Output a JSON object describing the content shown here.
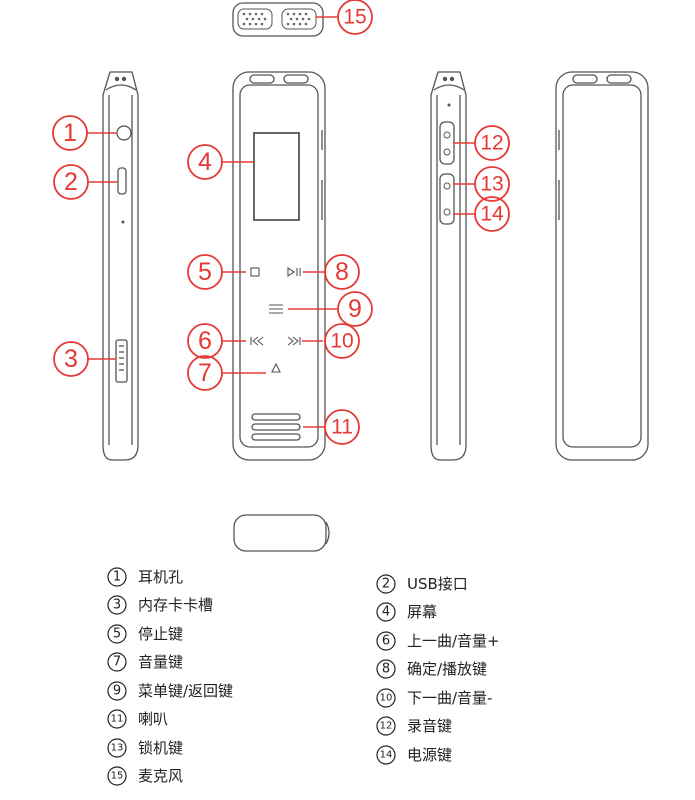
{
  "callouts": [
    {
      "num": "1"
    },
    {
      "num": "2"
    },
    {
      "num": "3"
    },
    {
      "num": "4"
    },
    {
      "num": "5"
    },
    {
      "num": "6"
    },
    {
      "num": "7"
    },
    {
      "num": "8"
    },
    {
      "num": "9"
    },
    {
      "num": "10"
    },
    {
      "num": "11"
    },
    {
      "num": "12"
    },
    {
      "num": "13"
    },
    {
      "num": "14"
    },
    {
      "num": "15"
    }
  ],
  "legend": [
    {
      "num": "1",
      "text": "耳机孔"
    },
    {
      "num": "2",
      "text": "USB接口"
    },
    {
      "num": "3",
      "text": "内存卡卡槽"
    },
    {
      "num": "4",
      "text": "屏幕"
    },
    {
      "num": "5",
      "text": "停止键"
    },
    {
      "num": "6",
      "text": "上一曲/音量+"
    },
    {
      "num": "7",
      "text": "音量键"
    },
    {
      "num": "8",
      "text": "确定/播放键"
    },
    {
      "num": "9",
      "text": "菜单键/返回键"
    },
    {
      "num": "10",
      "text": "下一曲/音量-"
    },
    {
      "num": "11",
      "text": "喇叭"
    },
    {
      "num": "12",
      "text": "录音键"
    },
    {
      "num": "13",
      "text": "锁机键"
    },
    {
      "num": "14",
      "text": "电源键"
    },
    {
      "num": "15",
      "text": "麦克风"
    }
  ],
  "colors": {
    "callout": "#e53935",
    "outline": "#555555",
    "text": "#222222"
  }
}
